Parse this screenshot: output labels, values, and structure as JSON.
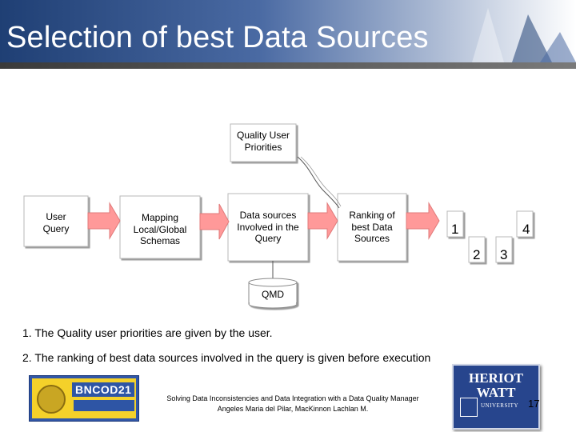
{
  "slide": {
    "title": "Selection of best Data Sources"
  },
  "diagram": {
    "boxes": {
      "user_query": "User\nQuery",
      "mapping": "Mapping\nLocal/Global\nSchemas",
      "data_sources": "Data sources\nInvolved in the\nQuery",
      "ranking": "Ranking of\nbest Data\nSources",
      "quality_priorities": "Quality User\nPriorities",
      "qmd": "QMD"
    },
    "numbers": [
      "1",
      "2",
      "3",
      "4"
    ]
  },
  "notes": [
    "1. The Quality user priorities are given by the user.",
    "2. The ranking of best data sources involved in the query is given before execution"
  ],
  "footer": {
    "line1": "Solving Data Inconsistencies and Data Integration with a Data Quality Manager",
    "line2": "Angeles Maria del Pilar, MacKinnon Lachlan M.",
    "page_number": "17"
  },
  "logos": {
    "left": "BNCOD21",
    "right_line1": "HERIOT",
    "right_line2": "WATT",
    "right_sub": "UNIVERSITY"
  },
  "colors": {
    "header_dark": "#1f3f74",
    "box_fill": "#ffffff",
    "arrow_fill": "#ff9999",
    "logo_blue": "#27458d",
    "logo_yellow": "#f4d12a"
  }
}
